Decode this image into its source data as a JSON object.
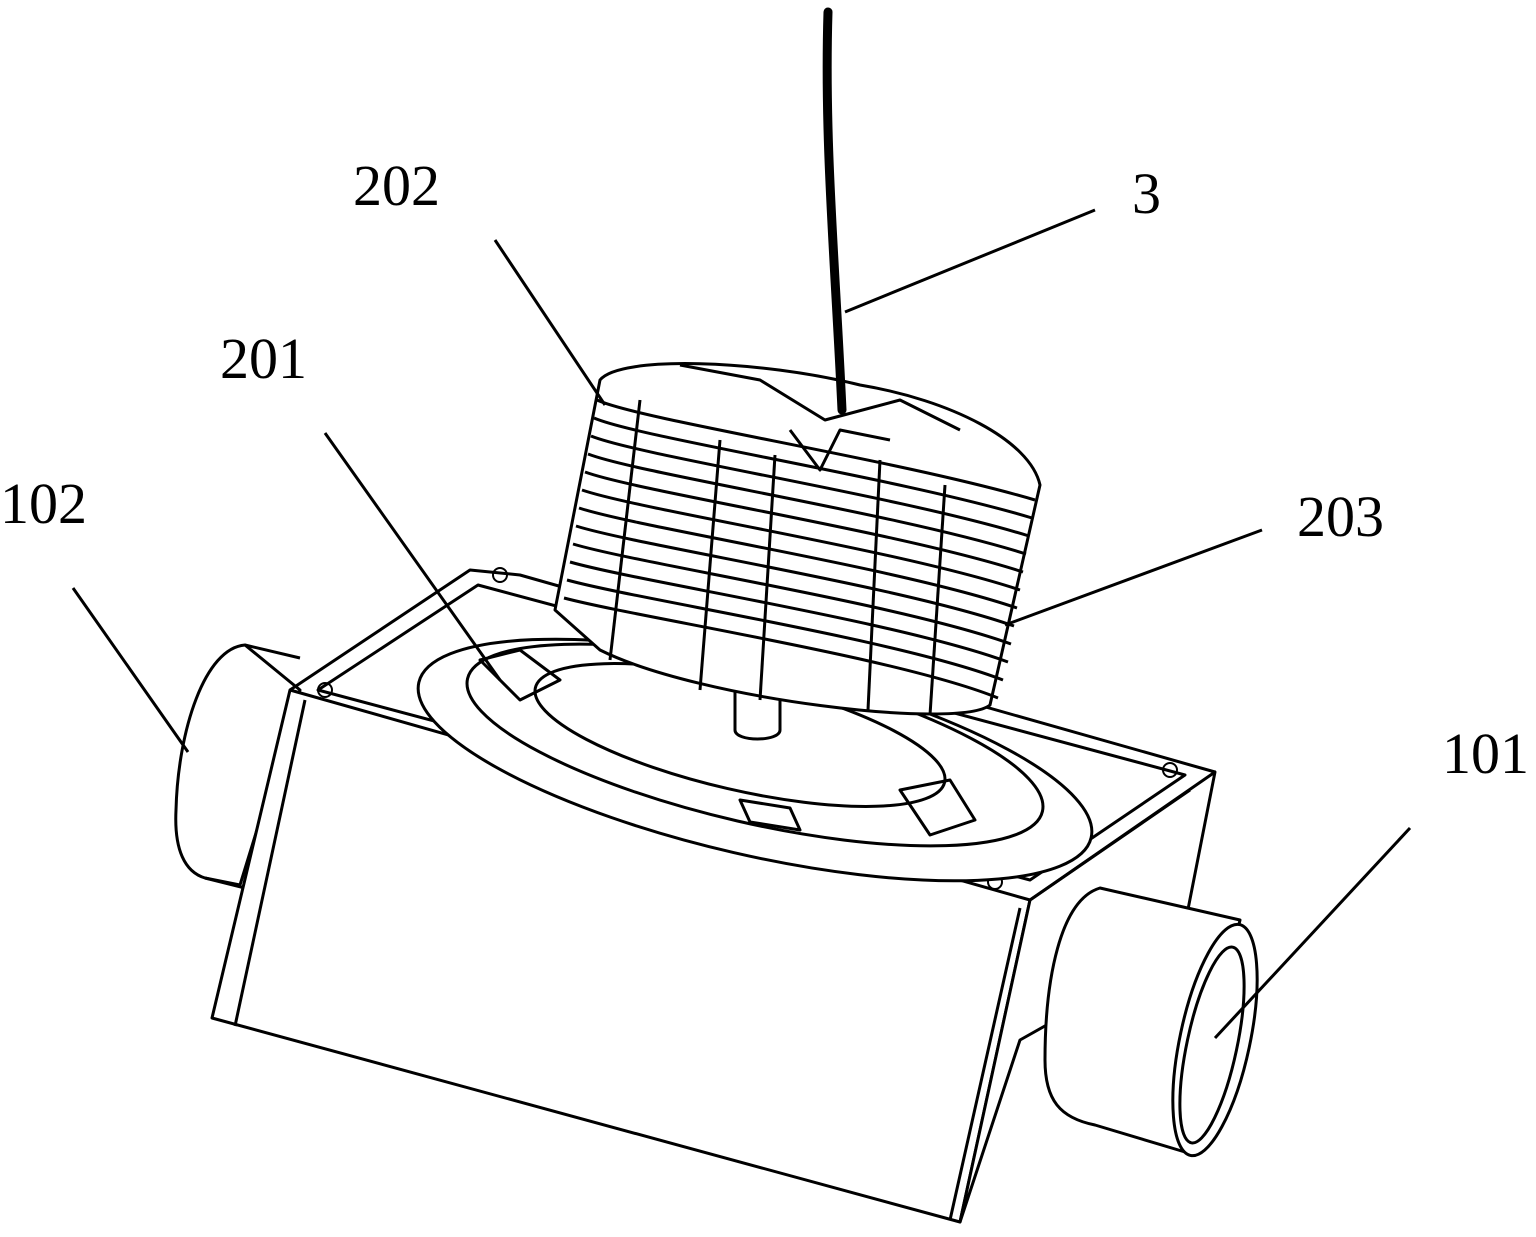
{
  "figure": {
    "labels": {
      "label_202": "202",
      "label_3": "3",
      "label_201": "201",
      "label_102": "102",
      "label_203": "203",
      "label_101": "101"
    }
  }
}
